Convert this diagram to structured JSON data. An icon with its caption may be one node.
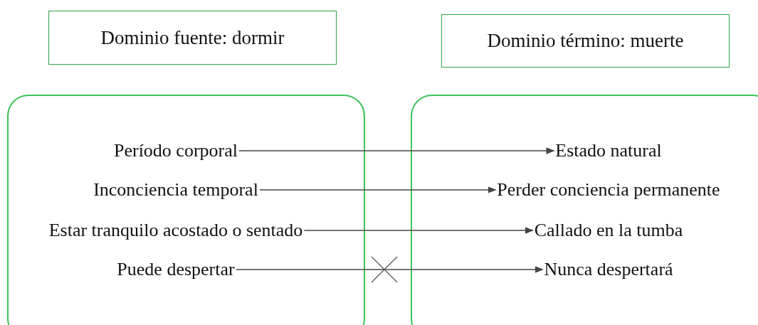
{
  "diagram": {
    "nodes": [
      {
        "text": [
          "Dominio fuente: dormir"
        ]
      },
      {
        "text": [
          "Dominio término: muerte"
        ]
      },
      {
        "text": [],
        "shape": "box"
      },
      {
        "text": [],
        "shape": "box"
      },
      {
        "text": [
          "Período corporal"
        ],
        "in": 2
      },
      {
        "text": [
          "Inconciencia temporal"
        ],
        "in": 2
      },
      {
        "text": [
          "Estar tranquilo acostado o sentado"
        ],
        "in": 2
      },
      {
        "text": [
          "Puede despertar"
        ],
        "in": 2
      },
      {
        "text": [
          "Estado natural"
        ],
        "in": 3
      },
      {
        "text": [
          "Perder conciencia permanente"
        ],
        "in": 3
      },
      {
        "text": [
          "Callado en la tumba"
        ],
        "in": 3
      },
      {
        "text": [
          "Nunca despertará"
        ],
        "in": 3
      }
    ],
    "edges": [
      {
        "from": 4,
        "to": 8,
        "arrow": "to"
      },
      {
        "from": 5,
        "to": 9,
        "arrow": "to"
      },
      {
        "from": 6,
        "to": 10,
        "arrow": "to"
      },
      {
        "from": 7,
        "to": 11,
        "arrow": "to"
      }
    ]
  }
}
